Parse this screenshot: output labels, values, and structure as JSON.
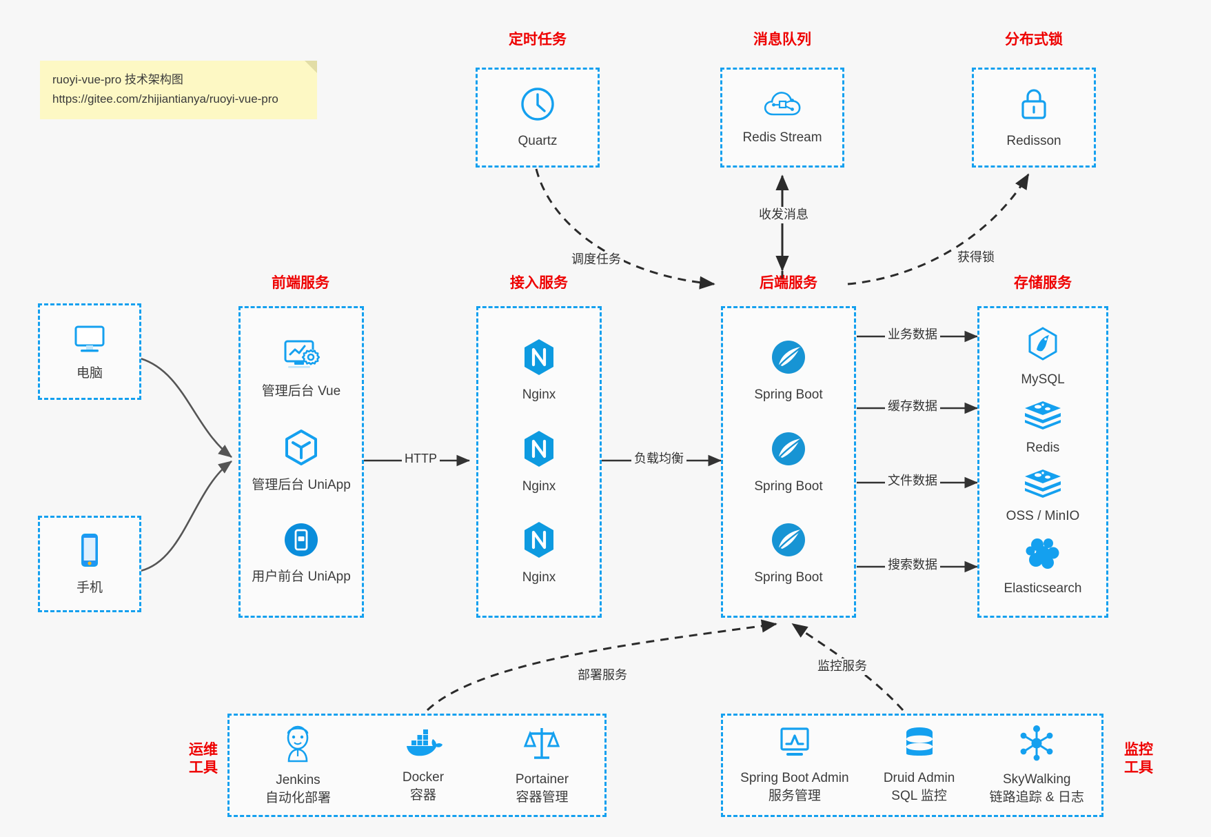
{
  "note": {
    "line1": "ruoyi-vue-pro 技术架构图",
    "line2": "https://gitee.com/zhijiantianya/ruoyi-vue-pro"
  },
  "groups": {
    "scheduler": {
      "title": "定时任务"
    },
    "mq": {
      "title": "消息队列"
    },
    "lock": {
      "title": "分布式锁"
    },
    "frontend": {
      "title": "前端服务"
    },
    "gateway": {
      "title": "接入服务"
    },
    "backend": {
      "title": "后端服务"
    },
    "storage": {
      "title": "存储服务"
    },
    "devops": {
      "title": "运维\n工具"
    },
    "monitor": {
      "title": "监控\n工具"
    }
  },
  "clients": [
    {
      "icon": "desktop-computer-icon",
      "label": "电脑"
    },
    {
      "icon": "mobile-phone-icon",
      "label": "手机"
    }
  ],
  "scheduler_nodes": [
    {
      "icon": "clock-icon",
      "label": "Quartz"
    }
  ],
  "mq_nodes": [
    {
      "icon": "cloud-stream-icon",
      "label": "Redis Stream"
    }
  ],
  "lock_nodes": [
    {
      "icon": "padlock-icon",
      "label": "Redisson"
    }
  ],
  "frontend_nodes": [
    {
      "icon": "dashboard-gear-icon",
      "label": "管理后台 Vue"
    },
    {
      "icon": "cube-uniapp-icon",
      "label": "管理后台 UniApp"
    },
    {
      "icon": "mobile-app-icon",
      "label": "用户前台 UniApp"
    }
  ],
  "gateway_nodes": [
    {
      "icon": "nginx-icon",
      "label": "Nginx"
    },
    {
      "icon": "nginx-icon",
      "label": "Nginx"
    },
    {
      "icon": "nginx-icon",
      "label": "Nginx"
    }
  ],
  "backend_nodes": [
    {
      "icon": "spring-boot-icon",
      "label": "Spring Boot"
    },
    {
      "icon": "spring-boot-icon",
      "label": "Spring Boot"
    },
    {
      "icon": "spring-boot-icon",
      "label": "Spring Boot"
    }
  ],
  "storage_nodes": [
    {
      "icon": "mysql-icon",
      "label": "MySQL"
    },
    {
      "icon": "redis-icon",
      "label": "Redis"
    },
    {
      "icon": "oss-minio-icon",
      "label": "OSS / MinIO"
    },
    {
      "icon": "elasticsearch-icon",
      "label": "Elasticsearch"
    }
  ],
  "devops_nodes": [
    {
      "icon": "jenkins-icon",
      "label": "Jenkins",
      "sub": "自动化部署"
    },
    {
      "icon": "docker-icon",
      "label": "Docker",
      "sub": "容器"
    },
    {
      "icon": "portainer-icon",
      "label": "Portainer",
      "sub": "容器管理"
    }
  ],
  "monitor_nodes": [
    {
      "icon": "monitor-chart-icon",
      "label": "Spring Boot Admin",
      "sub": "服务管理"
    },
    {
      "icon": "database-icon",
      "label": "Druid Admin",
      "sub": "SQL 监控"
    },
    {
      "icon": "skywalking-icon",
      "label": "SkyWalking",
      "sub": "链路追踪 & 日志"
    }
  ],
  "edges": {
    "http": "HTTP",
    "load_balance": "负载均衡",
    "schedule_task": "调度任务",
    "send_receive_message": "收发消息",
    "acquire_lock": "获得锁",
    "business_data": "业务数据",
    "cache_data": "缓存数据",
    "file_data": "文件数据",
    "search_data": "搜索数据",
    "deploy_service": "部署服务",
    "monitor_service": "监控服务"
  },
  "colors": {
    "accent": "#14a0ef",
    "title": "#ee0000",
    "edge": "#333333",
    "client_edge": "#555555",
    "background": "#f7f7f7",
    "note_bg": "#fdf8c4"
  }
}
